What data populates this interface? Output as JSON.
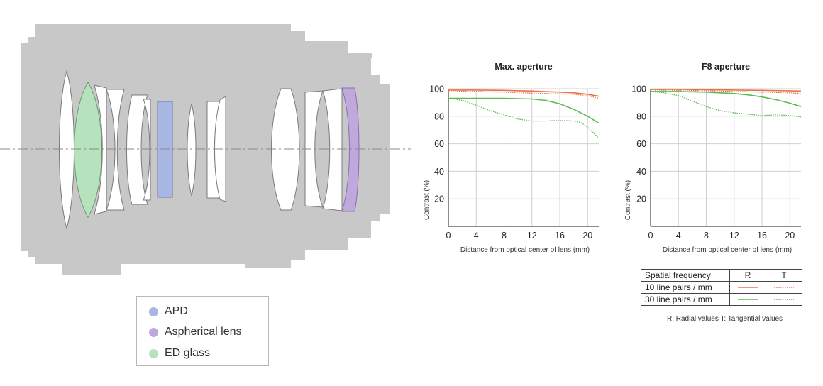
{
  "diagram": {
    "legend": [
      {
        "label": "APD",
        "color": "#a8b6e4"
      },
      {
        "label": "Aspherical lens",
        "color": "#bfa8dc"
      },
      {
        "label": "ED glass",
        "color": "#b6e2bd"
      }
    ],
    "colors": {
      "barrel": "#c8c8c8",
      "apd": "#a8b6e4",
      "aspherical": "#bfa8dc",
      "ed": "#b6e2bd"
    }
  },
  "chart_data": [
    {
      "type": "line",
      "title": "Max. aperture",
      "xlabel": "Distance from optical center of lens (mm)",
      "ylabel": "Contrast (%)",
      "xlim": [
        0,
        21.6
      ],
      "ylim": [
        0,
        100
      ],
      "xticks": [
        "0",
        "4",
        "8",
        "12",
        "16",
        "20"
      ],
      "yticks": [
        "20",
        "40",
        "60",
        "80",
        "100"
      ],
      "grid": true,
      "series": [
        {
          "name": "10 line pairs / mm R",
          "color": "#e8734a",
          "style": "solid",
          "x": [
            0,
            4,
            8,
            12,
            16,
            18,
            20,
            21.6
          ],
          "y": [
            99,
            99,
            98.8,
            98.3,
            97.5,
            97,
            96,
            94.5
          ]
        },
        {
          "name": "10 line pairs / mm T",
          "color": "#e8734a",
          "style": "dotted",
          "x": [
            0,
            4,
            8,
            12,
            16,
            18,
            20,
            21.6
          ],
          "y": [
            98.5,
            98,
            97.5,
            96.8,
            96.2,
            96,
            95,
            93
          ]
        },
        {
          "name": "30 line pairs / mm R",
          "color": "#5cbb4f",
          "style": "solid",
          "x": [
            0,
            4,
            8,
            12,
            14,
            16,
            18,
            20,
            21.6
          ],
          "y": [
            93,
            93,
            93,
            92.5,
            91.5,
            89,
            85,
            80,
            75
          ]
        },
        {
          "name": "30 line pairs / mm T",
          "color": "#5cbb4f",
          "style": "dotted",
          "x": [
            0,
            2,
            4,
            6,
            8,
            10,
            12,
            14,
            16,
            18,
            19,
            20,
            21.6
          ],
          "y": [
            93,
            91.5,
            88,
            84,
            81,
            78,
            76.5,
            76.5,
            77,
            76.5,
            75.5,
            72,
            64
          ]
        }
      ]
    },
    {
      "type": "line",
      "title": "F8 aperture",
      "xlabel": "Distance from optical center of lens (mm)",
      "ylabel": "Contrast (%)",
      "xlim": [
        0,
        21.6
      ],
      "ylim": [
        0,
        100
      ],
      "xticks": [
        "0",
        "4",
        "8",
        "12",
        "16",
        "20"
      ],
      "yticks": [
        "20",
        "40",
        "60",
        "80",
        "100"
      ],
      "grid": true,
      "series": [
        {
          "name": "10 line pairs / mm R",
          "color": "#e8734a",
          "style": "solid",
          "x": [
            0,
            4,
            8,
            12,
            16,
            20,
            21.6
          ],
          "y": [
            99.5,
            99.5,
            99.3,
            99,
            98.8,
            98.5,
            98.3
          ]
        },
        {
          "name": "10 line pairs / mm T",
          "color": "#e8734a",
          "style": "dotted",
          "x": [
            0,
            4,
            8,
            12,
            16,
            20,
            21.6
          ],
          "y": [
            99,
            98.8,
            98.5,
            98,
            97.5,
            97,
            96.5
          ]
        },
        {
          "name": "30 line pairs / mm R",
          "color": "#5cbb4f",
          "style": "solid",
          "x": [
            0,
            4,
            8,
            12,
            14,
            16,
            18,
            20,
            21.6
          ],
          "y": [
            98,
            98,
            97.5,
            96.5,
            95.5,
            94,
            92,
            89.5,
            87
          ]
        },
        {
          "name": "30 line pairs / mm T",
          "color": "#5cbb4f",
          "style": "dotted",
          "x": [
            0,
            2,
            4,
            6,
            8,
            10,
            12,
            14,
            16,
            18,
            20,
            21.6
          ],
          "y": [
            98,
            97,
            95,
            91,
            87,
            84,
            82.5,
            81.5,
            80.5,
            81,
            80.5,
            79.5
          ]
        }
      ]
    }
  ],
  "mtf_table": {
    "header": {
      "label": "Spatial frequency",
      "r": "R",
      "t": "T"
    },
    "rows": [
      {
        "label": "10 line pairs / mm",
        "color": "#e8734a"
      },
      {
        "label": "30 line pairs / mm",
        "color": "#5cbb4f"
      }
    ],
    "footnote": "R: Radial values  T: Tangential values"
  }
}
